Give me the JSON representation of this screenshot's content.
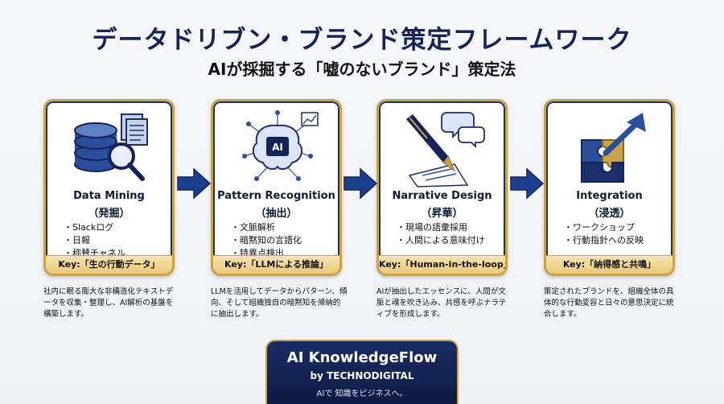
{
  "header": {
    "title": "データドリブン・ブランド策定フレームワーク",
    "subtitle": "AIが採掘する「嘘のないブランド」策定法"
  },
  "stages": [
    {
      "name": "Data Mining",
      "jp": "（発掘）",
      "bullets": [
        "Slackログ",
        "日報",
        "称賛チャネル"
      ],
      "key": "Key:「生の行動データ」",
      "description": "社内に眠る膨大な非構造化テキストデータを収集・整理し、AI解析の基盤を構築します。",
      "icon": "database-search-icon"
    },
    {
      "name": "Pattern Recognition",
      "jp": "（抽出）",
      "bullets": [
        "文脈解析",
        "暗黙知の言語化",
        "特異点検出"
      ],
      "key": "Key:「LLMによる推論」",
      "description": "LLMを活用してデータからパターン、傾向、そして組織独自の暗黙知を帰納的に抽出します。",
      "icon": "ai-brain-icon",
      "icon_label": "AI"
    },
    {
      "name": "Narrative Design",
      "jp": "（昇華）",
      "bullets": [
        "現場の語彙採用",
        "人間による意味付け"
      ],
      "key": "Key:「Human-in-the-loop」",
      "description": "AIが抽出したエッセンスに、人間が文脈と魂を吹き込み、共感を呼ぶナラティブを形成します。",
      "icon": "fountain-pen-icon"
    },
    {
      "name": "Integration",
      "jp": "（浸透）",
      "bullets": [
        "ワークショップ",
        "行動指針への反映"
      ],
      "key": "Key:「納得感と共鳴」",
      "description": "策定されたブランドを、組織全体の具体的な行動変容と日々の意思決定に統合します。",
      "icon": "puzzle-growth-icon"
    }
  ],
  "footer": {
    "brand": "AI KnowledgeFlow",
    "by": "by TECHNODIGITAL",
    "tagline": "AIで 知識をビジネスへ。"
  },
  "colors": {
    "navy": "#152457",
    "gold": "#c9a24a",
    "blue": "#1d3f8f"
  }
}
